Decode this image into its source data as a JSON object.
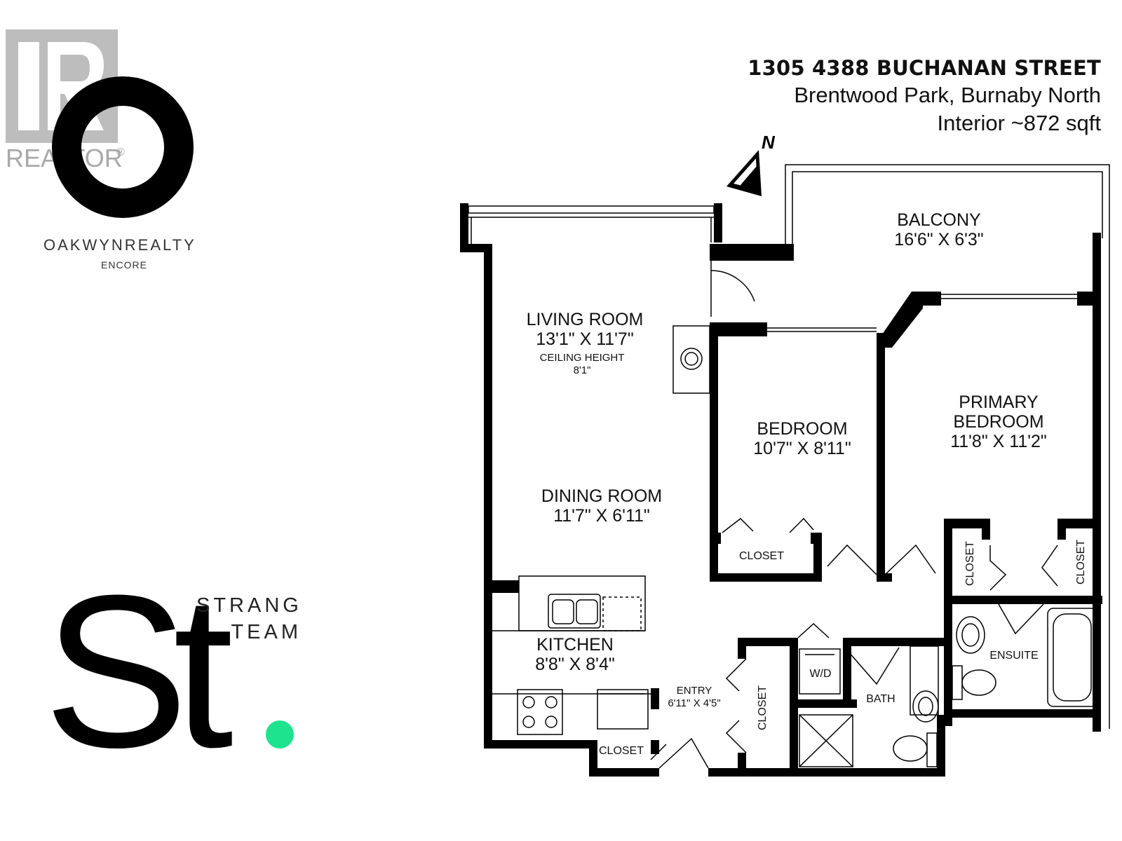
{
  "header": {
    "address": "1305 4388 BUCHANAN STREET",
    "area": "Brentwood Park, Burnaby North",
    "interior": "Interior ~872 sqft"
  },
  "branding": {
    "realtor_mark": "REALTOR",
    "realtor_registered": "®",
    "oakwyn_name_a": "OAKWYN",
    "oakwyn_name_b": "REALTY",
    "oakwyn_sub": "ENCORE",
    "strang_line1": "STRANG",
    "strang_line2": "TEAM",
    "strang_mark": "St",
    "accent_color": "#1de38f"
  },
  "compass": {
    "label": "N"
  },
  "rooms": {
    "balcony": {
      "name": "BALCONY",
      "size": "16'6\" X 6'3\""
    },
    "living": {
      "name": "LIVING ROOM",
      "size": "13'1\" X 11'7\"",
      "note": "CEILING HEIGHT",
      "note_value": "8'1\""
    },
    "dining": {
      "name": "DINING ROOM",
      "size": "11'7\" X 6'11\""
    },
    "bedroom": {
      "name": "BEDROOM",
      "size": "10'7\" X 8'11\""
    },
    "primary": {
      "name_1": "PRIMARY",
      "name_2": "BEDROOM",
      "size": "11'8\" X 11'2\""
    },
    "kitchen": {
      "name": "KITCHEN",
      "size": "8'8\" X 8'4\""
    },
    "entry": {
      "name": "ENTRY",
      "size": "6'11\" X 4'5\""
    },
    "closet_bedroom": "CLOSET",
    "closet_primary_left": "CLOSET",
    "closet_primary_right": "CLOSET",
    "closet_entry": "CLOSET",
    "closet_kitchen": "CLOSET",
    "ensuite": "ENSUITE",
    "bath": "BATH",
    "laundry": "W/D"
  }
}
